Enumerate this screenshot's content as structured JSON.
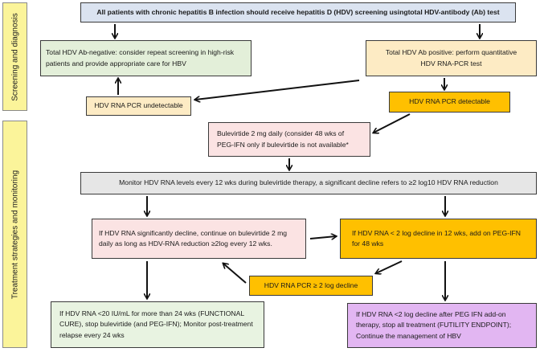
{
  "sections": {
    "screening": "Screening and diagnosis",
    "treatment": "Treatment strategies and monitoring"
  },
  "nodes": {
    "top": "All patients with chronic hepatitis B infection should receive hepatitis D (HDV) screening usingtotal HDV-antibody (Ab) test",
    "ab_negative": "Total HDV Ab-negative: consider repeat screening in high-risk patients and provide appropriate care for HBV",
    "ab_positive": "Total HDV Ab positive: perform quantitative HDV RNA-PCR test",
    "pcr_undetectable": "HDV RNA PCR undetectable",
    "pcr_detectable": "HDV RNA PCR detectable",
    "bulevirtide": "Bulevirtide 2 mg daily (consider 48 wks of PEG-IFN only if bulevirtide is not available*",
    "monitor": "Monitor HDV RNA levels every 12 wks during bulevirtide therapy, a significant decline refers to ≥2 log10 HDV RNA reduction",
    "significant_decline": "If HDV RNA significantly decline, continue on bulevirtide 2 mg daily as long as HDV-RNA reduction ≥2log every 12 wks.",
    "less_2log": "If HDV RNA < 2 log decline in 12 wks, add on PEG-IFN for 48 wks",
    "pcr_2log": "HDV RNA PCR ≥ 2 log decline",
    "functional_cure": "If HDV RNA <20 IU/mL for more than 24 wks (FUNCTIONAL CURE), stop bulevirtide (and PEG-IFN); Monitor post-treatment relapse every 24 wks",
    "futility": "If HDV RNA <2 log decline after PEG IFN add-on therapy, stop all treatment (FUTILITY ENDPOINT); Continue the management of HBV"
  },
  "colors": {
    "top": "#dbe3f0",
    "ab_negative": "#e3efd9",
    "ab_positive": "#fdebc4",
    "pcr_undetectable": "#fdebc4",
    "pcr_detectable": "#ffc000",
    "bulevirtide": "#fbe3e3",
    "monitor": "#e6e6e6",
    "significant_decline": "#fbe3e3",
    "less_2log": "#ffc000",
    "pcr_2log": "#ffc000",
    "functional_cure": "#e8f3e1",
    "futility": "#e2b6f2",
    "side": "#fbf49a"
  }
}
